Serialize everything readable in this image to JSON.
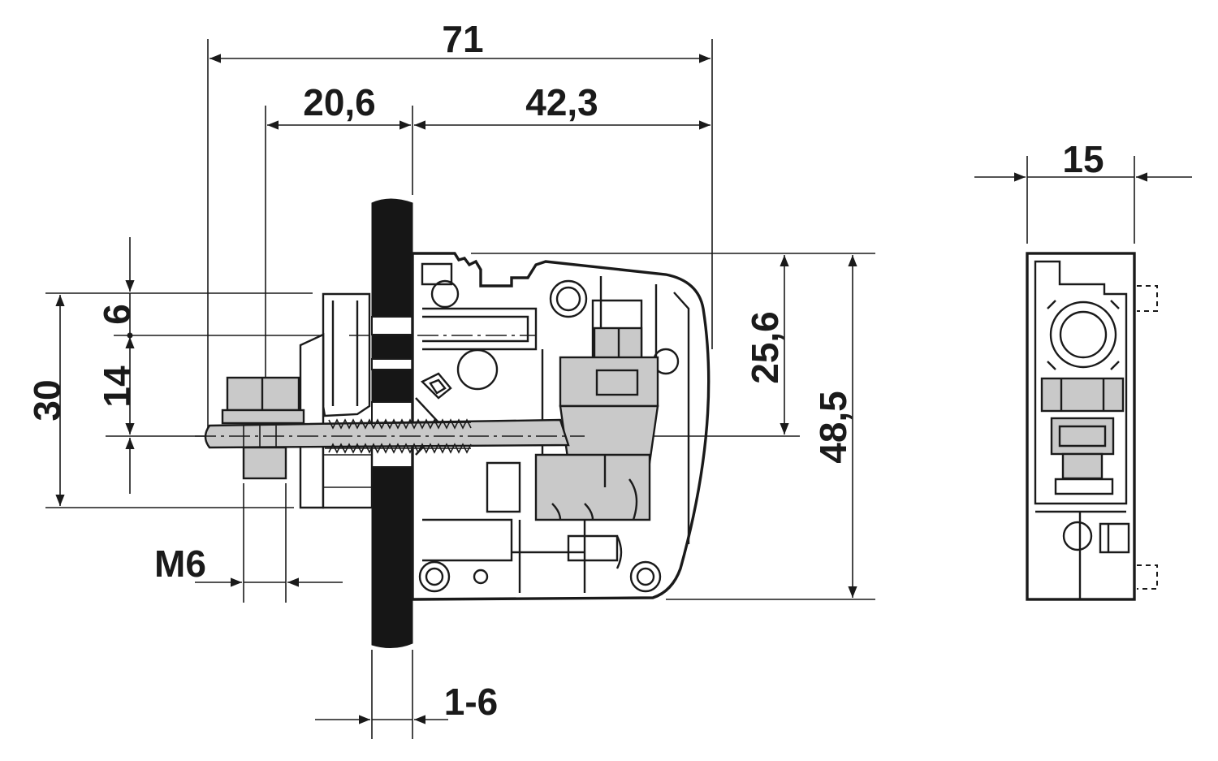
{
  "dimensions": {
    "overall_width": "71",
    "left_offset": "20,6",
    "right_depth": "42,3",
    "side_width": "15",
    "upper_height": "25,6",
    "total_height": "48,5",
    "screw_spacing_top": "6",
    "screw_spacing_mid": "14",
    "mount_height": "30",
    "thread": "M6",
    "panel_thickness": "1-6"
  },
  "colors": {
    "line": "#1a1a1a",
    "fill_grey": "#c9c9c9",
    "panel": "#161616",
    "background": "#ffffff"
  }
}
